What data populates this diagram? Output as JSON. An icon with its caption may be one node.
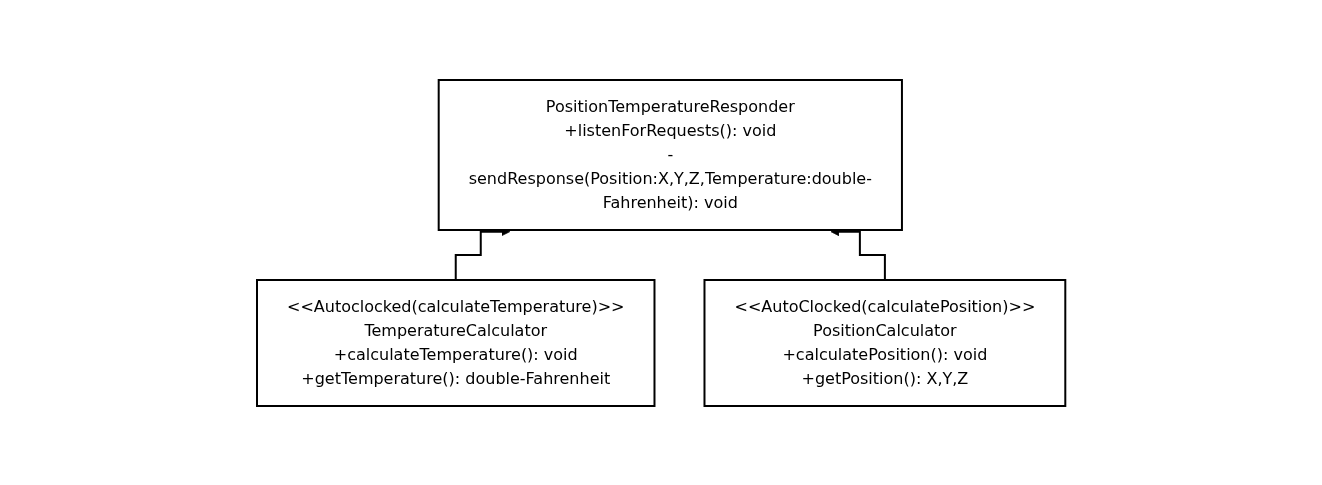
{
  "diagram": {
    "nodes": [
      {
        "text": [
          "PositionTemperatureResponder",
          "+listenForRequests(): void",
          "-sendResponse(Position:X,Y,Z,Temperature:double-Fahrenheit): void"
        ]
      },
      {
        "text": [
          "<<Autoclocked(calculateTemperature)>>",
          "TemperatureCalculator",
          "+calculateTemperature(): void",
          "+getTemperature(): double-Fahrenheit"
        ]
      },
      {
        "text": [
          "<<AutoClocked(calculatePosition)>>",
          "PositionCalculator",
          "+calculatePosition(): void",
          "+getPosition(): X,Y,Z"
        ]
      }
    ],
    "edges": [
      {
        "from": 1,
        "to": 0,
        "arrow": "to"
      },
      {
        "from": 2,
        "to": 0,
        "arrow": "to"
      }
    ]
  }
}
